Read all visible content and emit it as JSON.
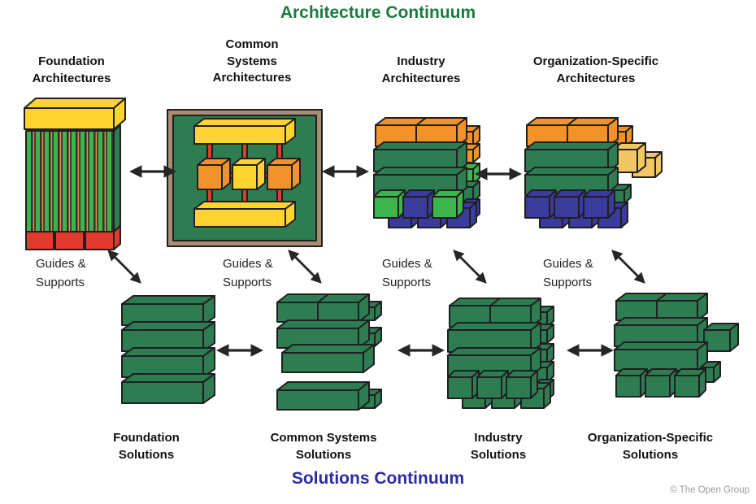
{
  "title_top": "Architecture Continuum",
  "title_bottom": "Solutions Continuum",
  "copyright": "© The Open Group",
  "guides_label": "Guides &\nSupports",
  "architecture_labels": [
    "Foundation\nArchitectures",
    "Common\nSystems\nArchitectures",
    "Industry\nArchitectures",
    "Organization-Specific\nArchitectures"
  ],
  "solution_labels": [
    "Foundation\nSolutions",
    "Common Systems\nSolutions",
    "Industry\nSolutions",
    "Organization-Specific\nSolutions"
  ],
  "palette": {
    "green": "#2E7D52",
    "green-bright": "#3DB54C",
    "yellow": "#FFD42E",
    "orange": "#F2922B",
    "red": "#E33A30",
    "blue": "#3B3B9B",
    "sandy": "#F2C763",
    "tan": "#A88D76",
    "stripe-dark": "#2F3336",
    "stripe-orange": "#E8923A",
    "outline": "#1F1F1F",
    "title-green": "#1B7A40",
    "title-blue": "#2B2BA8",
    "copyright-gray": "#9A9A9A",
    "arrow-black": "#262626"
  }
}
